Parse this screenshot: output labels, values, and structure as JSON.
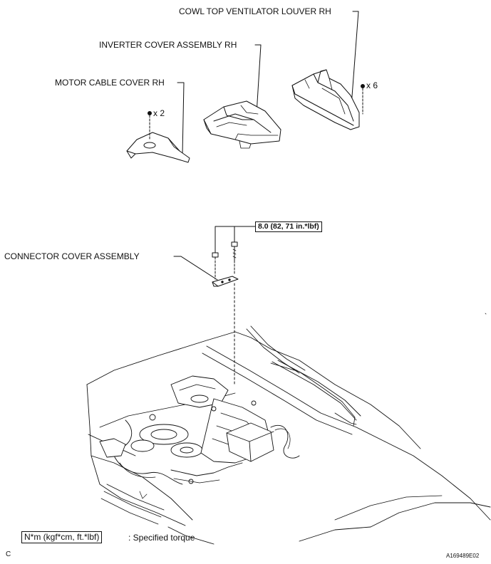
{
  "labels": {
    "cowl_louver": "COWL TOP VENTILATOR LOUVER RH",
    "inverter_cover": "INVERTER COVER ASSEMBLY RH",
    "motor_cable_cover": "MOTOR CABLE COVER RH",
    "connector_cover": "CONNECTOR COVER ASSEMBLY"
  },
  "quantities": {
    "motor_cable_clips": "x 2",
    "cowl_louver_clips": "x 6"
  },
  "torque": {
    "connector_bolts": "8.0 (82, 71 in.*lbf)"
  },
  "legend": {
    "unit_box": "N*m (kgf*cm, ft.*lbf)",
    "description": ": Specified torque"
  },
  "corner": {
    "left_code": "C",
    "figure_id": "A169489E02"
  },
  "colors": {
    "line": "#111111",
    "background": "#ffffff"
  }
}
